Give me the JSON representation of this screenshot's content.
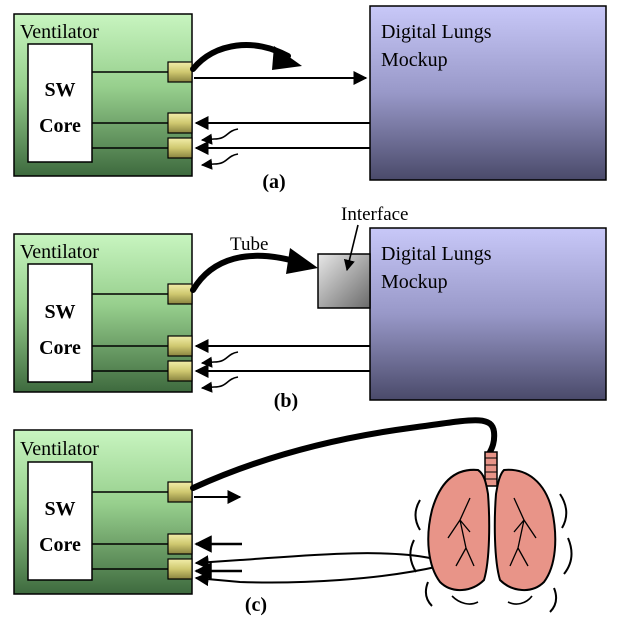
{
  "panels": [
    {
      "id": "a",
      "caption": "(a)",
      "ventilator_label": "Ventilator",
      "core_label_line1": "SW",
      "core_label_line2": "Core",
      "target_label_line1": "Digital Lungs",
      "target_label_line2": "Mockup"
    },
    {
      "id": "b",
      "caption": "(b)",
      "ventilator_label": "Ventilator",
      "core_label_line1": "SW",
      "core_label_line2": "Core",
      "target_label_line1": "Digital Lungs",
      "target_label_line2": "Mockup",
      "tube_label": "Tube",
      "interface_label": "Interface"
    },
    {
      "id": "c",
      "caption": "(c)",
      "ventilator_label": "Ventilator",
      "core_label_line1": "SW",
      "core_label_line2": "Core",
      "target_icon": "lungs-icon"
    }
  ],
  "colors": {
    "ventilator_top": "#c8f5c0",
    "ventilator_bottom": "#3e6a3e",
    "mockup_top": "#c8c8f8",
    "mockup_bottom": "#4a4a6a",
    "port_top": "#f2eeaa",
    "port_bottom": "#8a8440",
    "interface_top": "#e8e8e8",
    "interface_bottom": "#6a6a6a",
    "lung_fill": "#e89488"
  }
}
